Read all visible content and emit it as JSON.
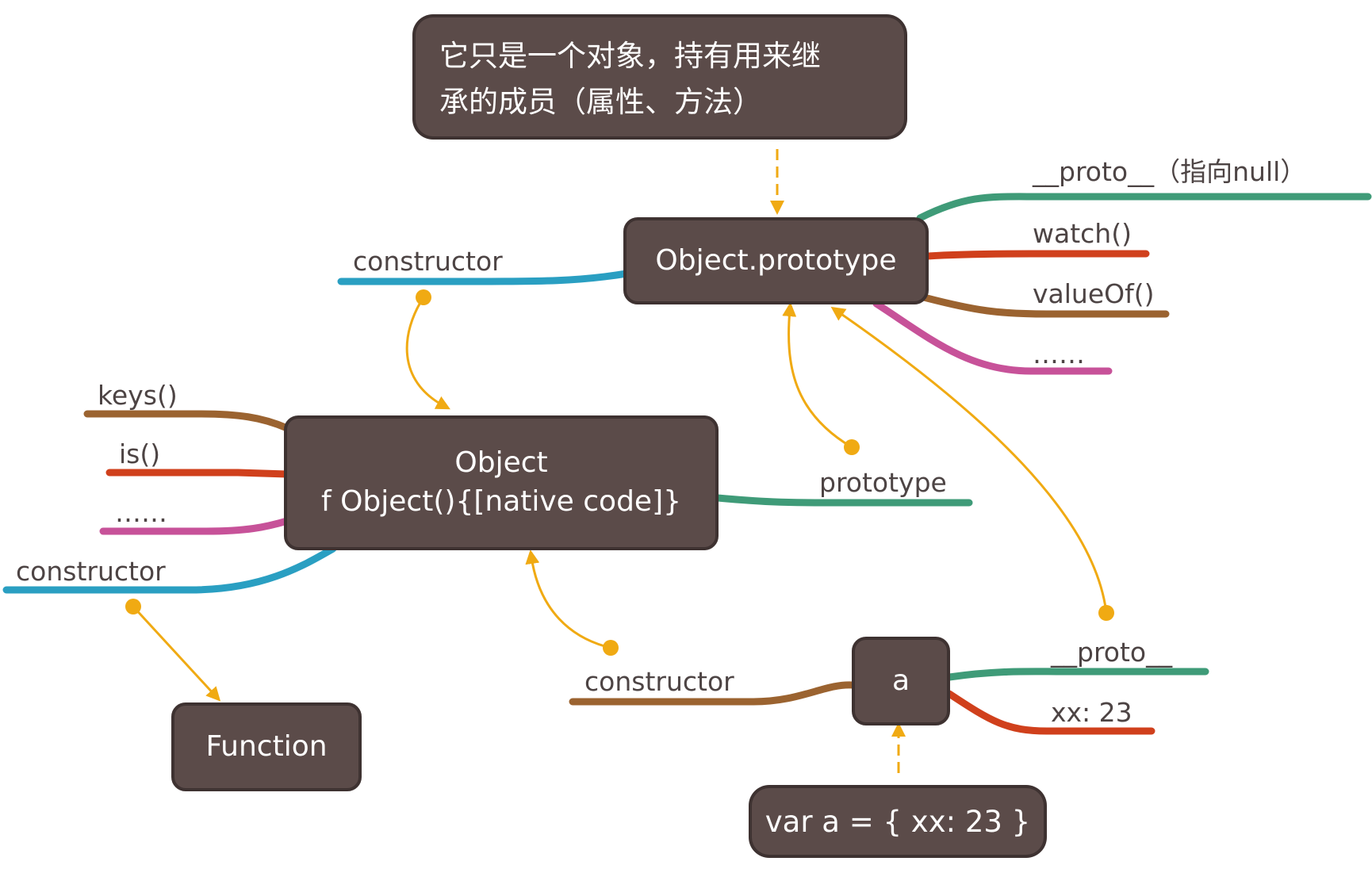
{
  "colors": {
    "node_fill": "#5b4b49",
    "node_border": "#3e3231",
    "label_text": "#4d4444",
    "arrow": "#f0aa13",
    "branch_teal": "#3f9b78",
    "branch_red": "#d0401c",
    "branch_brown": "#9b6330",
    "branch_magenta": "#c75299",
    "branch_cyan": "#2a9fc2"
  },
  "nodes": {
    "object_prototype": "Object.prototype",
    "object_line1": "Object",
    "object_line2": "f Object(){[native code]}",
    "function": "Function",
    "a": "a"
  },
  "callouts": {
    "top_line1": "它只是一个对象，持有用来继",
    "top_line2": "承的成员（属性、方法）",
    "bottom": "var a = { xx: 23 }"
  },
  "branches": {
    "proto_null": "__proto__（指向null）",
    "watch": "watch()",
    "valueof": "valueOf()",
    "ellipsis_proto": "……",
    "constructor_proto": "constructor",
    "keys": "keys()",
    "is": "is()",
    "ellipsis_object": "……",
    "constructor_object": "constructor",
    "prototype": "prototype",
    "a_proto": "__proto__",
    "a_xx": "xx: 23",
    "a_constructor": "constructor"
  }
}
